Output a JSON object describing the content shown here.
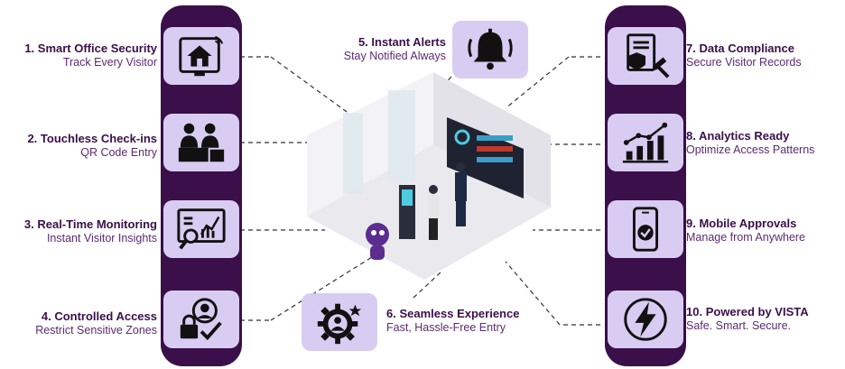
{
  "features": [
    {
      "num": "1.",
      "title": "Smart Office Security",
      "subtitle": "Track Every Visitor",
      "icon": "smart-home-icon"
    },
    {
      "num": "2.",
      "title": "Touchless Check-ins",
      "subtitle": "QR Code Entry",
      "icon": "reception-desk-icon"
    },
    {
      "num": "3.",
      "title": "Real-Time Monitoring",
      "subtitle": "Instant Visitor Insights",
      "icon": "monitoring-dashboard-icon"
    },
    {
      "num": "4.",
      "title": "Controlled Access",
      "subtitle": "Restrict Sensitive Zones",
      "icon": "user-lock-check-icon"
    },
    {
      "num": "5.",
      "title": "Instant Alerts",
      "subtitle": "Stay Notified Always",
      "icon": "bell-alert-icon"
    },
    {
      "num": "6.",
      "title": "Seamless Experience",
      "subtitle": "Fast, Hassle-Free Entry",
      "icon": "gear-user-icon"
    },
    {
      "num": "7.",
      "title": "Data Compliance",
      "subtitle": "Secure Visitor Records",
      "icon": "document-shield-gavel-icon"
    },
    {
      "num": "8.",
      "title": "Analytics Ready",
      "subtitle": "Optimize Access Patterns",
      "icon": "bar-chart-trend-icon"
    },
    {
      "num": "9.",
      "title": "Mobile Approvals",
      "subtitle": "Manage from Anywhere",
      "icon": "mobile-check-icon"
    },
    {
      "num": "10.",
      "title": "Powered by VISTA",
      "subtitle": "Safe. Smart. Secure.",
      "icon": "lightning-bolt-icon"
    }
  ],
  "colors": {
    "pillar": "#3a0f4a",
    "tile": "#d9ccf2",
    "title_text": "#3a0f4a",
    "subtitle_text": "#5c2a72",
    "connector": "#333333"
  }
}
